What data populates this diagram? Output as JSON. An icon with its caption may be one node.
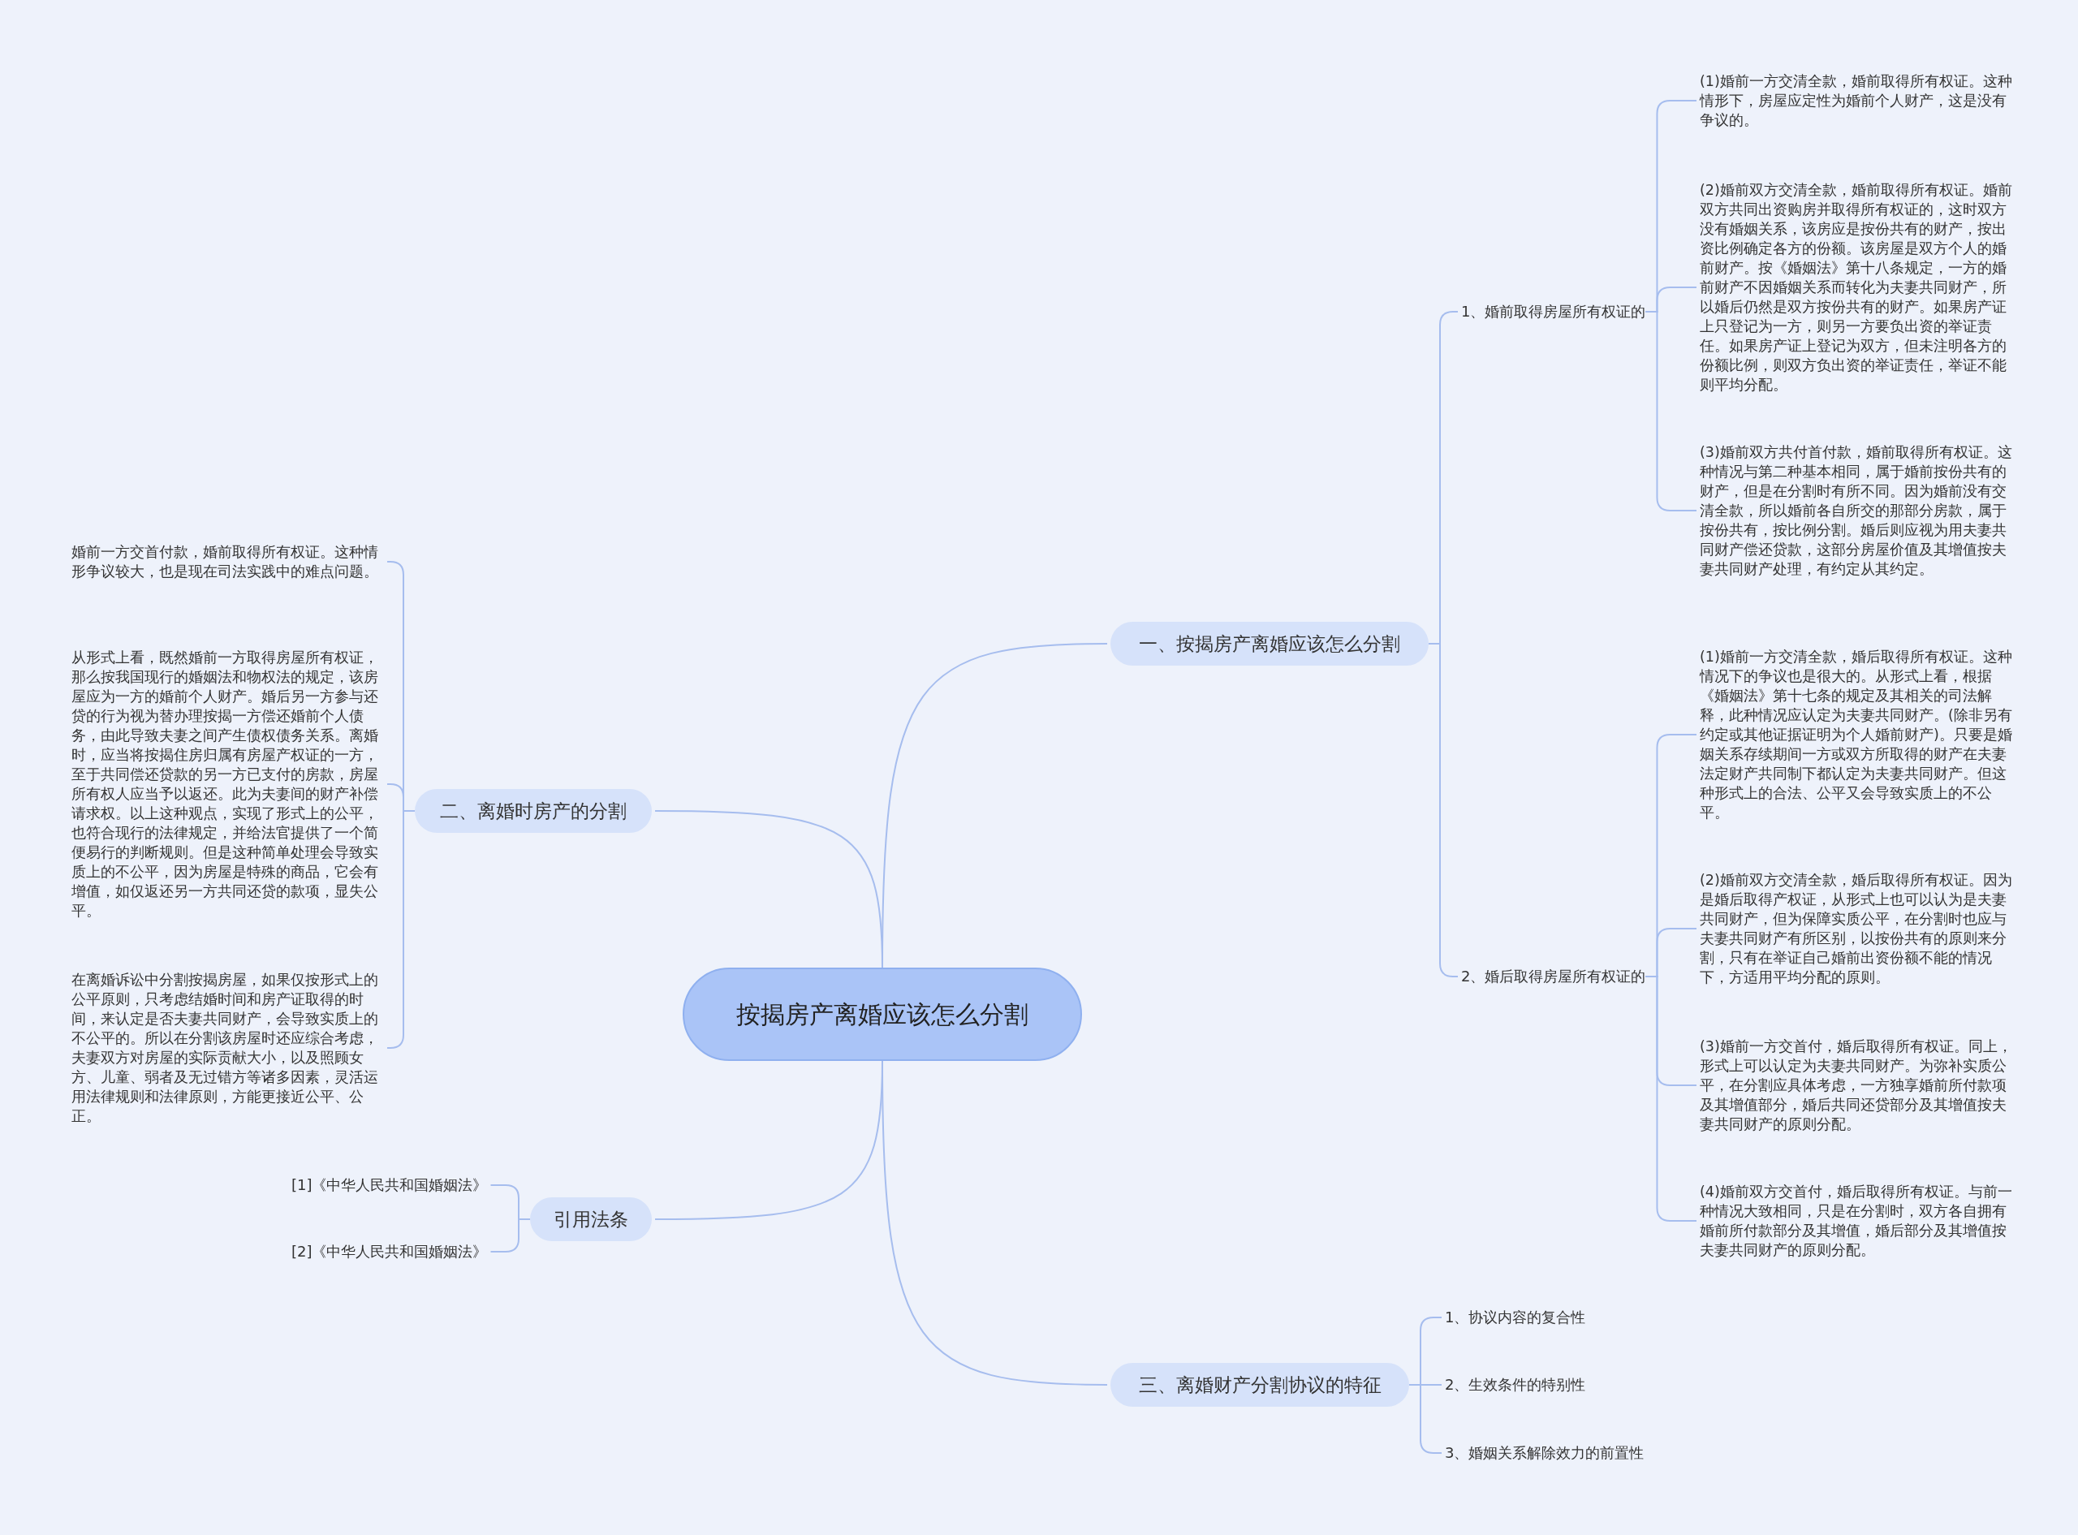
{
  "diagram": {
    "nodes": [
      {
        "text": [
          "按揭房产离婚应该怎么分割"
        ]
      },
      {
        "text": [
          "一、按揭房产离婚应该怎么分割"
        ]
      },
      {
        "text": [
          "1、婚前取得房屋所有权证的"
        ]
      },
      {
        "text": [
          "(1)婚前一方交清全款，婚前取得所有权证。这种情形下，房屋应定性为婚前个人财产，这是没有争议的。"
        ]
      },
      {
        "text": [
          "(2)婚前双方交清全款，婚前取得所有权证。婚前双方共同出资购房并取得所有权证的，这时双方没有婚姻关系，该房应是按份共有的财产，按出资比例确定各方的份额。该房屋是双方个人的婚前财产。按《婚姻法》第十八条规定，一方的婚前财产不因婚姻关系而转化为夫妻共同财产，所以婚后仍然是双方按份共有的财产。如果房产证上只登记为一方，则另一方要负出资的举证责任。如果房产证上登记为双方，但未注明各方的份额比例，则双方负出资的举证责任，举证不能则平均分配。"
        ]
      },
      {
        "text": [
          "(3)婚前双方共付首付款，婚前取得所有权证。这种情况与第二种基本相同，属于婚前按份共有的财产，但是在分割时有所不同。因为婚前没有交清全款，所以婚前各自所交的那部分房款，属于按份共有，按比例分割。婚后则应视为用夫妻共同财产偿还贷款，这部分房屋价值及其增值按夫妻共同财产处理，有约定从其约定。"
        ]
      },
      {
        "text": [
          "2、婚后取得房屋所有权证的"
        ]
      },
      {
        "text": [
          "(1)婚前一方交清全款，婚后取得所有权证。这种情况下的争议也是很大的。从形式上看，根据《婚姻法》第十七条的规定及其相关的司法解释，此种情况应认定为夫妻共同财产。(除非另有约定或其他证据证明为个人婚前财产)。只要是婚姻关系存续期间一方或双方所取得的财产在夫妻法定财产共同制下都认定为夫妻共同财产。但这种形式上的合法、公平又会导致实质上的不公平。"
        ]
      },
      {
        "text": [
          "(2)婚前双方交清全款，婚后取得所有权证。因为是婚后取得产权证，从形式上也可以认为是夫妻共同财产，但为保障实质公平，在分割时也应与夫妻共同财产有所区别，以按份共有的原则来分割，只有在举证自己婚前出资份额不能的情况下，方适用平均分配的原则。"
        ]
      },
      {
        "text": [
          "(3)婚前一方交首付，婚后取得所有权证。同上，形式上可以认定为夫妻共同财产。为弥补实质公平，在分割应具体考虑，一方独享婚前所付款项及其增值部分，婚后共同还贷部分及其增值按夫妻共同财产的原则分配。"
        ]
      },
      {
        "text": [
          "(4)婚前双方交首付，婚后取得所有权证。与前一种情况大致相同，只是在分割时，双方各自拥有婚前所付款部分及其增值，婚后部分及其增值按夫妻共同财产的原则分配。"
        ]
      },
      {
        "text": [
          "二、离婚时房产的分割"
        ]
      },
      {
        "text": [
          "婚前一方交首付款，婚前取得所有权证。这种情形争议较大，也是现在司法实践中的难点问题。"
        ]
      },
      {
        "text": [
          "从形式上看，既然婚前一方取得房屋所有权证，那么按我国现行的婚姻法和物权法的规定，该房屋应为一方的婚前个人财产。婚后另一方参与还贷的行为视为替办理按揭一方偿还婚前个人债务，由此导致夫妻之间产生债权债务关系。离婚时，应当将按揭住房归属有房屋产权证的一方，至于共同偿还贷款的另一方已支付的房款，房屋所有权人应当予以返还。此为夫妻间的财产补偿请求权。以上这种观点，实现了形式上的公平，也符合现行的法律规定，并给法官提供了一个简便易行的判断规则。但是这种简单处理会导致实质上的不公平，因为房屋是特殊的商品，它会有增值，如仅返还另一方共同还贷的款项，显失公平。"
        ]
      },
      {
        "text": [
          "在离婚诉讼中分割按揭房屋，如果仅按形式上的公平原则，只考虑结婚时间和房产证取得的时间，来认定是否夫妻共同财产，会导致实质上的不公平的。所以在分割该房屋时还应综合考虑，夫妻双方对房屋的实际贡献大小，以及照顾女方、儿童、弱者及无过错方等诸多因素，灵活运用法律规则和法律原则，方能更接近公平、公正。"
        ]
      },
      {
        "text": [
          "引用法条"
        ]
      },
      {
        "text": [
          "[1]《中华人民共和国婚姻法》"
        ]
      },
      {
        "text": [
          "[2]《中华人民共和国婚姻法》"
        ]
      },
      {
        "text": [
          "三、离婚财产分割协议的特征"
        ]
      },
      {
        "text": [
          "1、协议内容的复合性"
        ]
      },
      {
        "text": [
          "2、生效条件的特别性"
        ]
      },
      {
        "text": [
          "3、婚姻关系解除效力的前置性"
        ]
      }
    ],
    "edges": [
      {
        "from": 0,
        "to": 1,
        "arrow": "none"
      },
      {
        "from": 1,
        "to": 2,
        "arrow": "none"
      },
      {
        "from": 2,
        "to": 3,
        "arrow": "none"
      },
      {
        "from": 2,
        "to": 4,
        "arrow": "none"
      },
      {
        "from": 2,
        "to": 5,
        "arrow": "none"
      },
      {
        "from": 1,
        "to": 6,
        "arrow": "none"
      },
      {
        "from": 6,
        "to": 7,
        "arrow": "none"
      },
      {
        "from": 6,
        "to": 8,
        "arrow": "none"
      },
      {
        "from": 6,
        "to": 9,
        "arrow": "none"
      },
      {
        "from": 6,
        "to": 10,
        "arrow": "none"
      },
      {
        "from": 0,
        "to": 11,
        "arrow": "none"
      },
      {
        "from": 11,
        "to": 12,
        "arrow": "none"
      },
      {
        "from": 11,
        "to": 13,
        "arrow": "none"
      },
      {
        "from": 11,
        "to": 14,
        "arrow": "none"
      },
      {
        "from": 0,
        "to": 15,
        "arrow": "none"
      },
      {
        "from": 15,
        "to": 16,
        "arrow": "none"
      },
      {
        "from": 15,
        "to": 17,
        "arrow": "none"
      },
      {
        "from": 0,
        "to": 18,
        "arrow": "none"
      },
      {
        "from": 18,
        "to": 19,
        "arrow": "none"
      },
      {
        "from": 18,
        "to": 20,
        "arrow": "none"
      },
      {
        "from": 18,
        "to": 21,
        "arrow": "none"
      }
    ]
  }
}
